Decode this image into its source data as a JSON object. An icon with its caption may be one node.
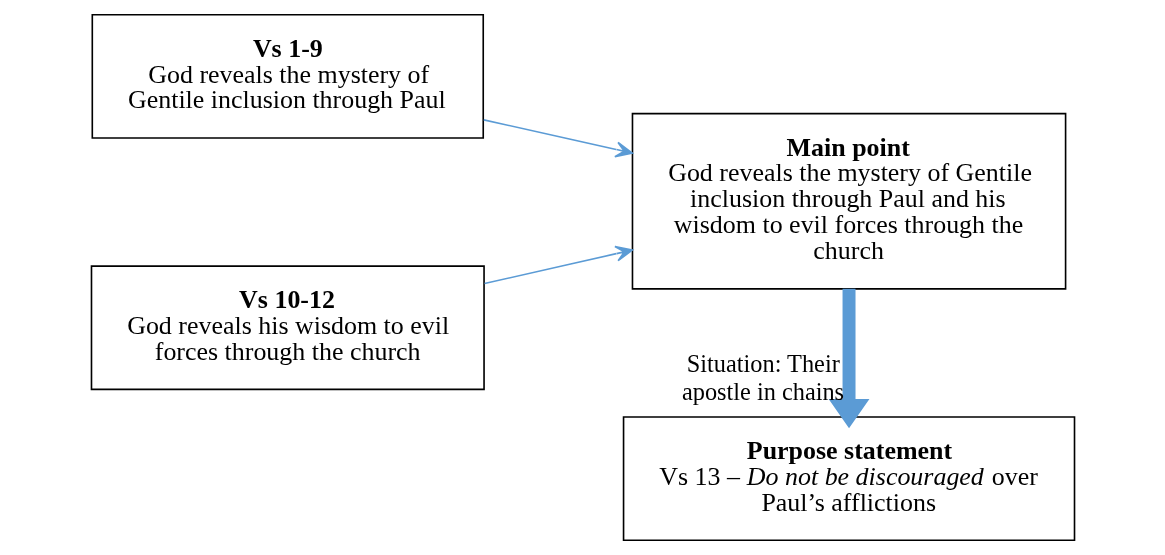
{
  "diagram": {
    "nodes": [
      {
        "text": [
          "Vs 1-9",
          "God reveals the mystery of Gentile inclusion through Paul"
        ]
      },
      {
        "text": [
          "Vs 10-12",
          "God reveals his wisdom to evil forces through the church"
        ]
      },
      {
        "text": [
          "Main point",
          "God reveals the mystery of Gentile inclusion through Paul and his wisdom to evil forces through the church"
        ]
      },
      {
        "text": [
          "Purpose statement",
          "Vs 13 – *Do not be discouraged* over Paul’s afflictions"
        ]
      }
    ],
    "edges": [
      {
        "from": 0,
        "to": 2,
        "arrow": "to"
      },
      {
        "from": 1,
        "to": 2,
        "arrow": "to"
      },
      {
        "from": 2,
        "to": 3,
        "arrow": "to",
        "style": "thick",
        "label": "Situation: Their apostle in chains"
      }
    ]
  }
}
